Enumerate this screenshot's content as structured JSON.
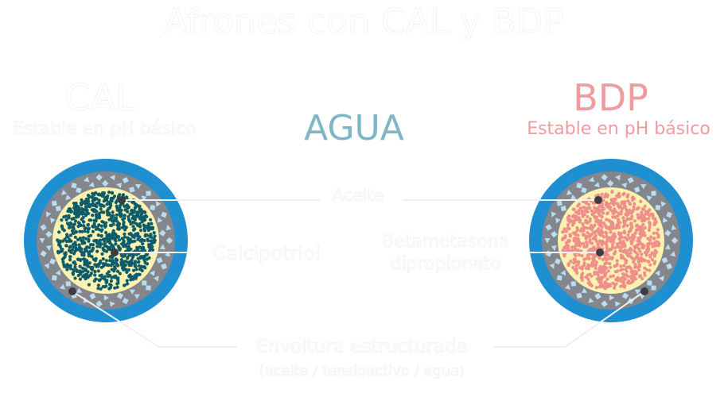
{
  "title": "Afrones con CAL y BDP",
  "left": {
    "name": "CAL",
    "subtitle": "Estable en pH básico"
  },
  "right": {
    "name": "BDP",
    "subtitle": "Estable en pH básico"
  },
  "center": {
    "name": "AGUA"
  },
  "labels": {
    "oil": "Aceite",
    "calcipotriol": "Calcipotriol",
    "betamethasone_line1": "Betametasona",
    "betamethasone_line2": "dipropionato",
    "envelope": "Envoltura estructurada",
    "envelope_detail": "(aceite / tensioactivo / agua)"
  },
  "colors": {
    "outer_ring": "#1e8fd0",
    "shell": "#85868b",
    "shell_pattern": "#b8dcf2",
    "oil_core": "#fbf1b0",
    "cal_particles": "#0d5c6b",
    "bdp_particles": "#ef8f8c",
    "marker": "#3b3d42",
    "bdp_accent": "#ee9c9f",
    "water_accent": "#7fb6c4"
  }
}
